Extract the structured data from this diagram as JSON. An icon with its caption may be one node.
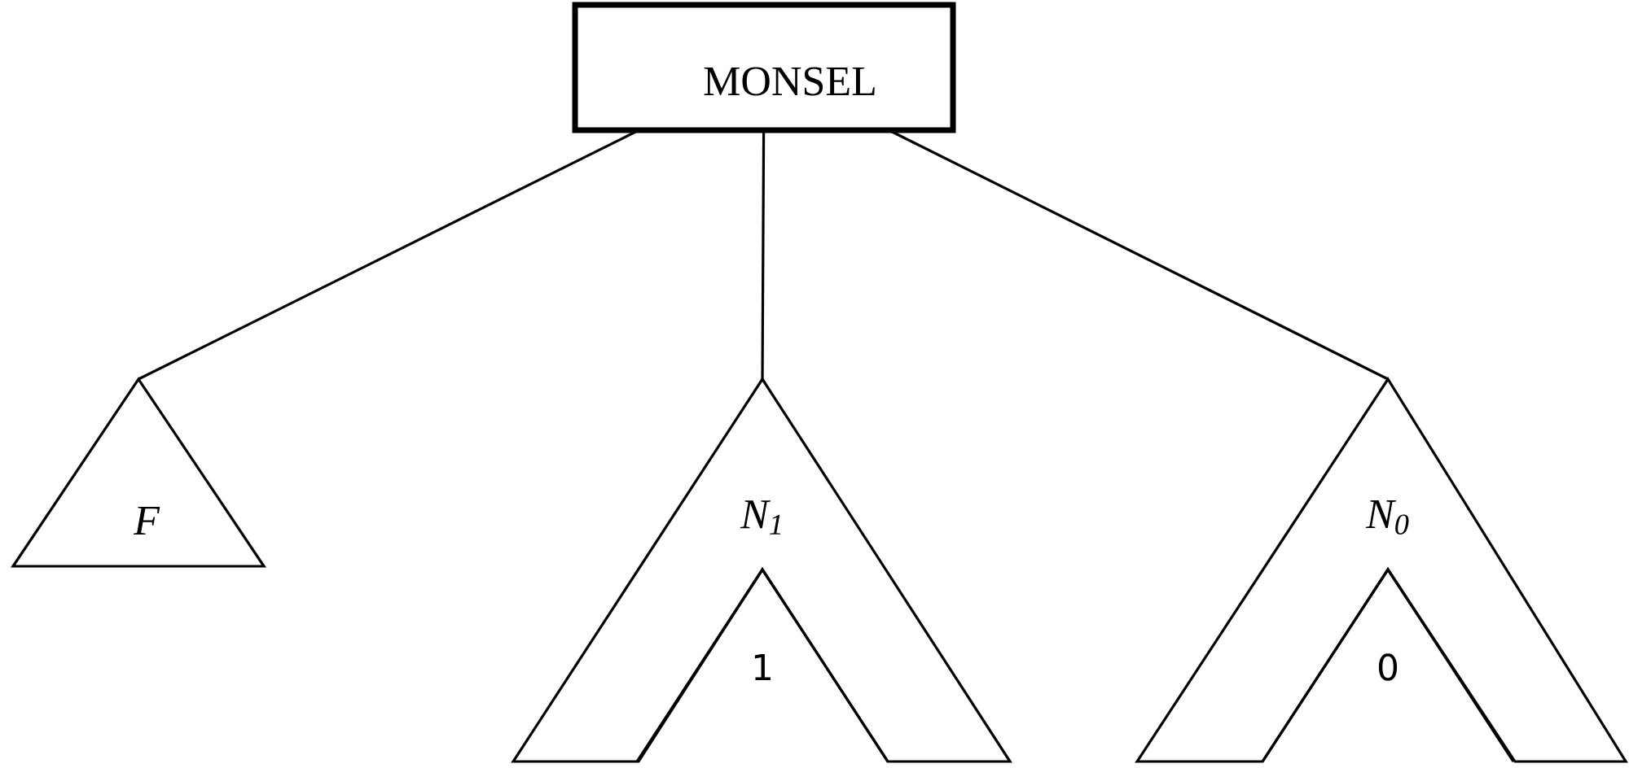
{
  "diagram": {
    "nodes": [
      {
        "text": [
          "MONSEL"
        ]
      },
      {
        "text": [
          "F"
        ]
      },
      {
        "text": [
          "N$_{1}$"
        ]
      },
      {
        "text": [
          "1"
        ],
        "in": 2
      },
      {
        "text": [
          "N$_{0}$"
        ]
      },
      {
        "text": [
          "0"
        ],
        "in": 4
      }
    ],
    "edges": [
      {
        "from": 0,
        "to": 1,
        "arrow": "none"
      },
      {
        "from": 0,
        "to": 2,
        "arrow": "none"
      },
      {
        "from": 0,
        "to": 4,
        "arrow": "none"
      }
    ]
  }
}
